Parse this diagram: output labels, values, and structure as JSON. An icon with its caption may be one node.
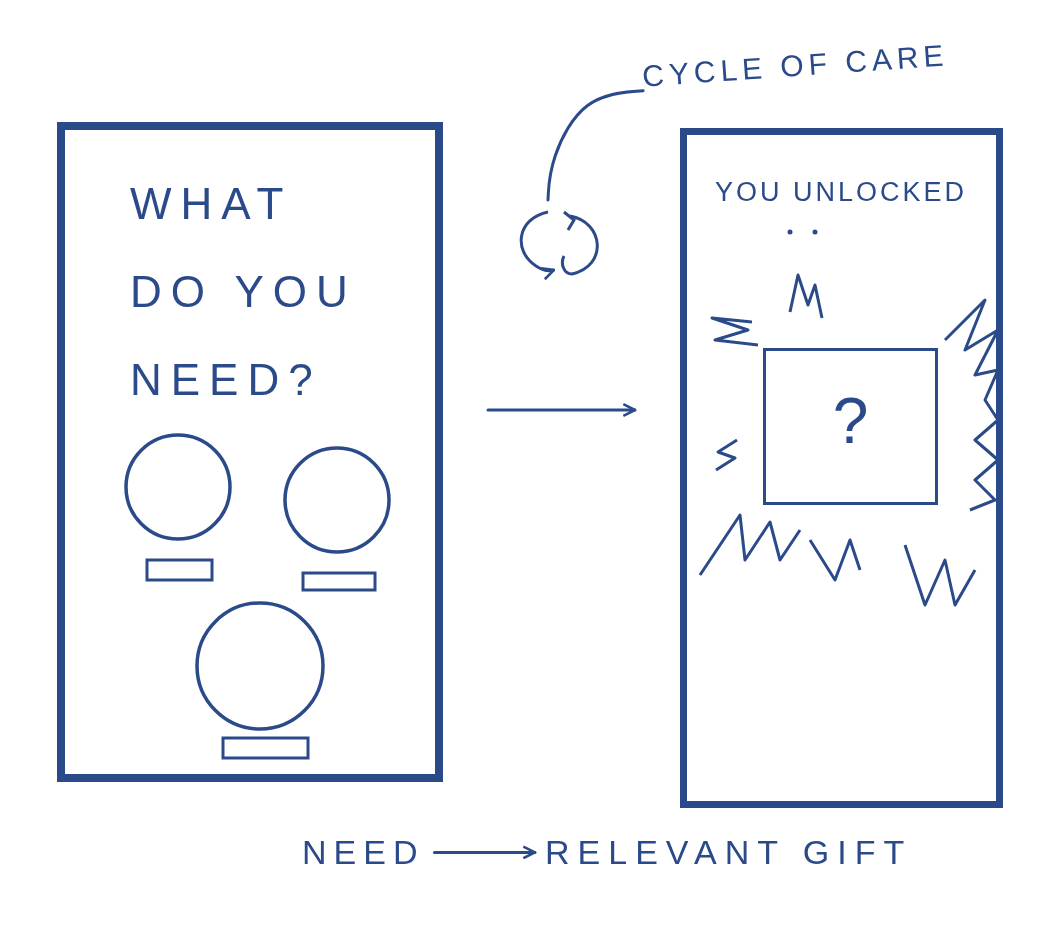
{
  "diagram": {
    "nodes": [
      {
        "text": [
          "WHAT DO YOU NEED?"
        ]
      },
      {
        "text": [
          "YOU UNLOCKED"
        ]
      },
      {
        "text": [
          "?"
        ],
        "in": 1
      },
      {
        "text": [
          "CYCLE OF CARE"
        ]
      },
      {
        "text": [],
        "shape": "circle"
      },
      {
        "text": [
          "NEED"
        ]
      },
      {
        "text": [
          "RELEVANT GIFT"
        ]
      }
    ],
    "edges": [
      {
        "from": 0,
        "to": 1,
        "arrow": "to"
      },
      {
        "from": 3,
        "to": 4,
        "arrow": "none"
      },
      {
        "from": 5,
        "to": 6,
        "arrow": "to"
      }
    ]
  }
}
